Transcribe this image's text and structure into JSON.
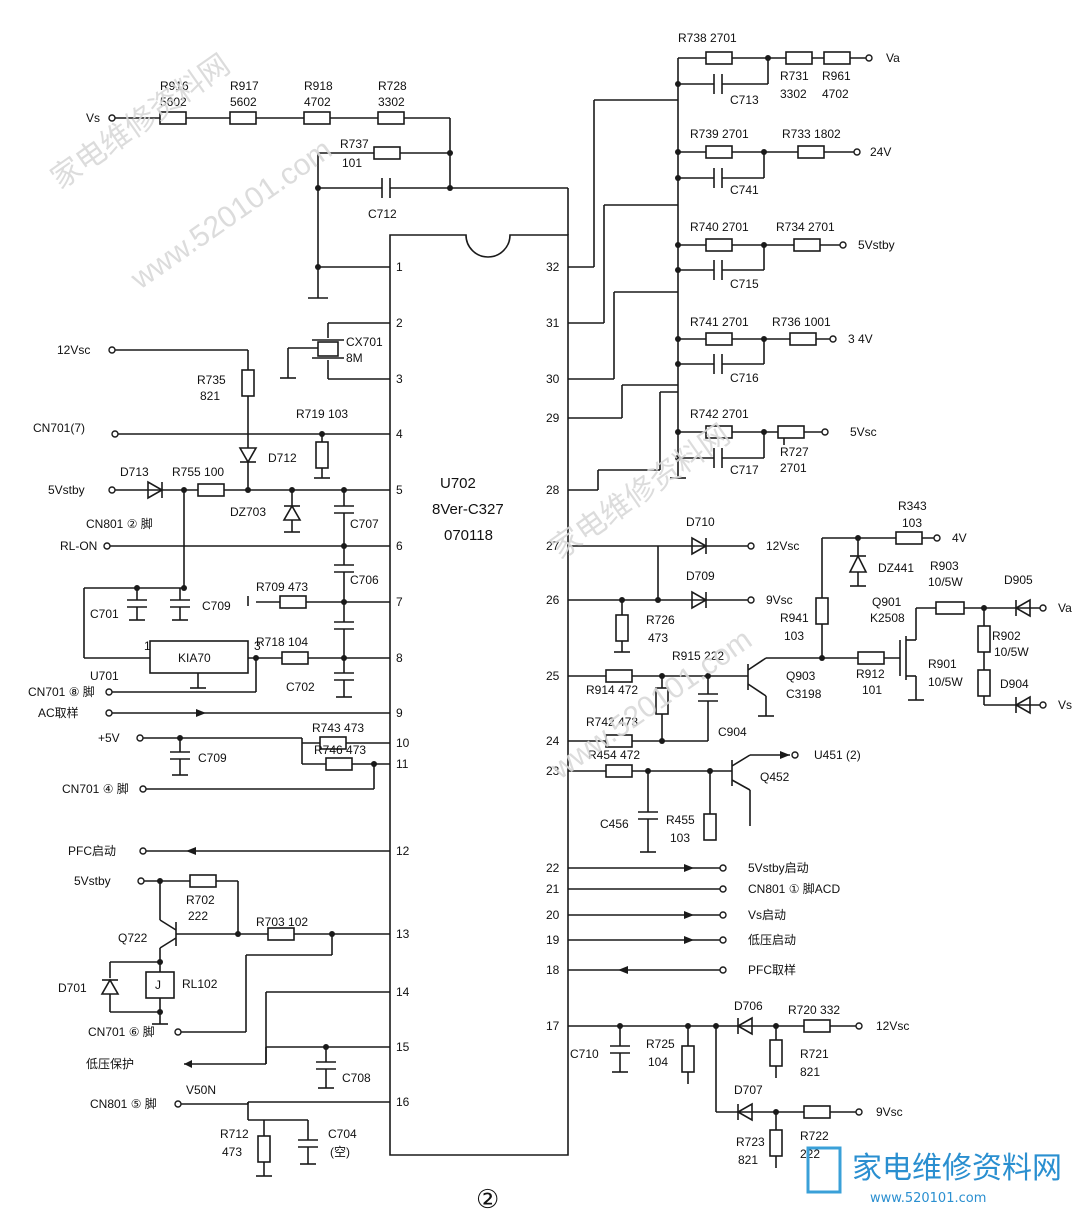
{
  "ic": {
    "ref": "U702",
    "part": "8Ver-C327",
    "date": "070118"
  },
  "figure_number": "②",
  "watermark": {
    "site": "www.520101.com",
    "brand": "家电维修资料网",
    "logo_site": "www.520101.com"
  },
  "pins_left": [
    "1",
    "2",
    "3",
    "4",
    "5",
    "6",
    "7",
    "8",
    "9",
    "10",
    "11",
    "12",
    "13",
    "14",
    "15",
    "16"
  ],
  "pins_right": [
    "32",
    "31",
    "30",
    "29",
    "28",
    "27",
    "26",
    "25",
    "24",
    "23",
    "22",
    "21",
    "20",
    "19",
    "18",
    "17"
  ],
  "labels_left": {
    "vs": "Vs",
    "v12": "12Vsc",
    "cn701_7": "CN701(7)",
    "v5stby": "5Vstby",
    "cn801_2": "CN801 ② 脚",
    "rlon": "RL-ON",
    "cn701_8": "CN701 ⑧ 脚",
    "ac": "AC取样",
    "p5v": "+5V",
    "cn701_4": "CN701 ④ 脚",
    "pfc": "PFC启动",
    "v5stby2": "5Vstby",
    "cn701_6": "CN701 ⑥ 脚",
    "lowp": "低压保护",
    "v50n": "V50N",
    "cn801_5": "CN801 ⑤ 脚"
  },
  "labels_right": {
    "va": "Va",
    "v24": "24V",
    "v5stby": "5Vstby",
    "v34": "3 4V",
    "v5vsc": "5Vsc",
    "v12": "12Vsc",
    "v9": "9Vsc",
    "v4": "4V",
    "va2": "Va",
    "vs": "Vs",
    "u451": "U451 (2)",
    "s22": "5Vstby启动",
    "s21": "CN801 ① 脚ACD",
    "s20": "Vs启动",
    "s19": "低压启动",
    "s18": "PFC取样",
    "v12b": "12Vsc",
    "v9b": "9Vsc"
  },
  "components": {
    "r916": [
      "R916",
      "5602"
    ],
    "r917": [
      "R917",
      "5602"
    ],
    "r918": [
      "R918",
      "4702"
    ],
    "r728": [
      "R728",
      "3302"
    ],
    "r737": [
      "R737",
      "101"
    ],
    "c712": "C712",
    "cx701": [
      "CX701",
      "8M"
    ],
    "r735": [
      "R735",
      "821"
    ],
    "r719": "R719 103",
    "d712": "D712",
    "d713": "D713",
    "r755": "R755 100",
    "dz703": "DZ703",
    "c707": "C707",
    "c706": "C706",
    "r709": "R709 473",
    "c701": "C701",
    "c709a": "C709",
    "u701": "U701",
    "kia70": "KIA70",
    "pin1": "1",
    "pin3": "3",
    "r718": "R718 104",
    "c702": "C702",
    "r743": "R743 473",
    "r746": "R746 473",
    "c709b": "C709",
    "r702": [
      "R702",
      "222"
    ],
    "q722": "Q722",
    "r703": "R703 102",
    "d701": "D701",
    "j": "J",
    "rl102": "RL102",
    "c708": "C708",
    "r712": [
      "R712",
      "473"
    ],
    "c704": [
      "C704",
      "(空)"
    ],
    "r738": "R738 2701",
    "c713": "C713",
    "r731": [
      "R731",
      "3302"
    ],
    "r961": [
      "R961",
      "4702"
    ],
    "r739": "R739 2701",
    "r733": "R733 1802",
    "c741": "C741",
    "r740": "R740 2701",
    "r734": "R734 2701",
    "c715": "C715",
    "r741": "R741 2701",
    "r736": "R736 1001",
    "c716": "C716",
    "r742a": "R742 2701",
    "r727": [
      "R727",
      "2701"
    ],
    "c717": "C717",
    "d710": "D710",
    "d709": "D709",
    "r726": [
      "R726",
      "473"
    ],
    "r343": [
      "R343",
      "103"
    ],
    "dz441": "DZ441",
    "r903": [
      "R903",
      "10/5W"
    ],
    "d905": "D905",
    "q901": [
      "Q901",
      "K2508"
    ],
    "r941": [
      "R941",
      "103"
    ],
    "r915": "R915 222",
    "r914": "R914 472",
    "q903": [
      "Q903",
      "C3198"
    ],
    "r912": [
      "R912",
      "101"
    ],
    "r902": [
      "R902",
      "10/5W"
    ],
    "r901": [
      "R901",
      "10/5W"
    ],
    "d904": "D904",
    "r742b": "R742 473",
    "c904": "C904",
    "r454": "R454 472",
    "c456": "C456",
    "r455": [
      "R455",
      "103"
    ],
    "q452": "Q452",
    "c710": "C710",
    "r725": [
      "R725",
      "104"
    ],
    "d706": "D706",
    "r720": "R720 332",
    "r721": [
      "R721",
      "821"
    ],
    "d707": "D707",
    "r723": [
      "R723",
      "821"
    ],
    "r722": [
      "R722",
      "222"
    ]
  }
}
